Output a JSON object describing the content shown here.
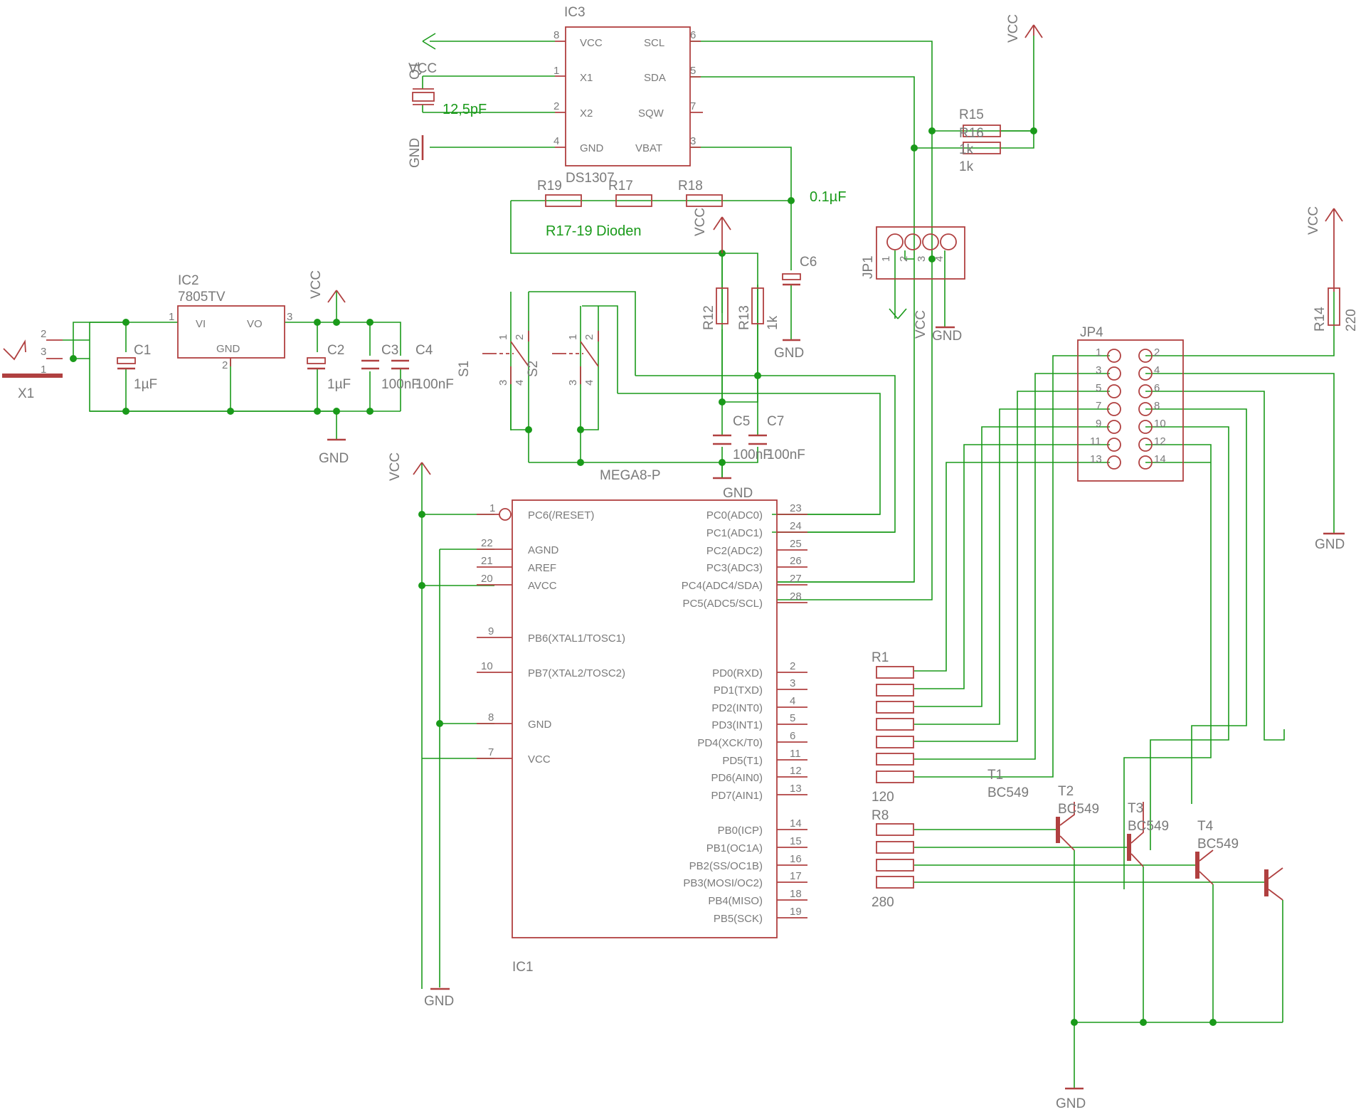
{
  "labels": {
    "ic3": "IC3",
    "ds1307": "DS1307",
    "ic3_vcc": "VCC",
    "ic3_x1": "X1",
    "ic3_x2": "X2",
    "ic3_gnd": "GND",
    "ic3_scl": "SCL",
    "ic3_sda": "SDA",
    "ic3_sqw": "SQW",
    "ic3_vbat": "VBAT",
    "q1": "Q1",
    "q1_val": "12,5pF",
    "cap_01": "0.1µF",
    "r15": "R15",
    "r16": "R16",
    "r15_val": "1k",
    "r16_val": "1k",
    "r17": "R17",
    "r18": "R18",
    "r19": "R19",
    "dioden": "R17-19 Dioden",
    "r12": "R12",
    "r13": "R13",
    "r13_val": "1k",
    "c6": "C6",
    "jp1": "JP1",
    "jp4": "JP4",
    "r14": "R14",
    "r14_val": "220",
    "ic2": "IC2",
    "ic2_part": "7805TV",
    "ic2_vi": "VI",
    "ic2_vo": "VO",
    "ic2_gnd": "GND",
    "x1": "X1",
    "c1": "C1",
    "c1_val": "1µF",
    "c2": "C2",
    "c2_val": "1µF",
    "c3": "C3",
    "c3_val": "100nF",
    "c4": "C4",
    "c4_val": "100nF",
    "s1": "S1",
    "s2": "S2",
    "c5": "C5",
    "c5_val": "100nF",
    "c7": "C7",
    "c7_val": "100nF",
    "mega8": "MEGA8-P",
    "ic1": "IC1",
    "r1": "R1",
    "r8": "R8",
    "r1_val": "120",
    "r8_val": "280",
    "t1": "T1",
    "t2": "T2",
    "t3": "T3",
    "t4": "T4",
    "bc549": "BC549",
    "vcc": "VCC",
    "gnd": "GND"
  },
  "ic1_left_pins": [
    {
      "num": "1",
      "name": "PC6(/RESET)"
    },
    {
      "num": "22",
      "name": "AGND"
    },
    {
      "num": "21",
      "name": "AREF"
    },
    {
      "num": "20",
      "name": "AVCC"
    },
    {
      "num": "9",
      "name": "PB6(XTAL1/TOSC1)"
    },
    {
      "num": "10",
      "name": "PB7(XTAL2/TOSC2)"
    },
    {
      "num": "8",
      "name": "GND"
    },
    {
      "num": "7",
      "name": "VCC"
    }
  ],
  "ic1_right_pins": [
    {
      "num": "23",
      "name": "PC0(ADC0)"
    },
    {
      "num": "24",
      "name": "PC1(ADC1)"
    },
    {
      "num": "25",
      "name": "PC2(ADC2)"
    },
    {
      "num": "26",
      "name": "PC3(ADC3)"
    },
    {
      "num": "27",
      "name": "PC4(ADC4/SDA)"
    },
    {
      "num": "28",
      "name": "PC5(ADC5/SCL)"
    },
    {
      "num": "2",
      "name": "PD0(RXD)"
    },
    {
      "num": "3",
      "name": "PD1(TXD)"
    },
    {
      "num": "4",
      "name": "PD2(INT0)"
    },
    {
      "num": "5",
      "name": "PD3(INT1)"
    },
    {
      "num": "6",
      "name": "PD4(XCK/T0)"
    },
    {
      "num": "11",
      "name": "PD5(T1)"
    },
    {
      "num": "12",
      "name": "PD6(AIN0)"
    },
    {
      "num": "13",
      "name": "PD7(AIN1)"
    },
    {
      "num": "14",
      "name": "PB0(ICP)"
    },
    {
      "num": "15",
      "name": "PB1(OC1A)"
    },
    {
      "num": "16",
      "name": "PB2(SS/OC1B)"
    },
    {
      "num": "17",
      "name": "PB3(MOSI/OC2)"
    },
    {
      "num": "18",
      "name": "PB4(MISO)"
    },
    {
      "num": "19",
      "name": "PB5(SCK)"
    }
  ],
  "ic3_pin_numbers": [
    "8",
    "1",
    "2",
    "4",
    "6",
    "5",
    "7",
    "3"
  ],
  "jp4_left_pins": [
    "1",
    "3",
    "5",
    "7",
    "9",
    "11",
    "13"
  ],
  "jp4_right_pins": [
    "2",
    "4",
    "6",
    "8",
    "10",
    "12",
    "14"
  ],
  "jp1_pins": [
    "1",
    "2",
    "3",
    "4"
  ],
  "x1_pins": [
    "2",
    "3",
    "1"
  ],
  "ic2_pins": [
    "1",
    "3",
    "2"
  ],
  "switch_pins": [
    "1",
    "2",
    "3",
    "4"
  ],
  "colors": {
    "wire": "#1a9a1a",
    "part": "#b04040",
    "text": "#7a7a7a"
  }
}
